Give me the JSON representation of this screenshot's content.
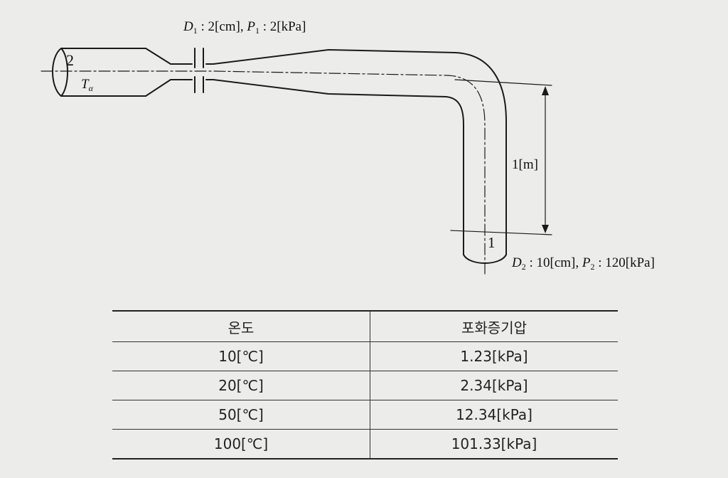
{
  "diagram": {
    "section_2_label": "2",
    "section_1_label": "1",
    "temperature_label": {
      "symbol": "T",
      "subscript": "α"
    },
    "top_spec": {
      "d_symbol": "D",
      "d_sub": "1",
      "d_value": ": 2[cm],",
      "p_symbol": "P",
      "p_sub": "1",
      "p_value": ": 2[kPa]"
    },
    "bottom_spec": {
      "d_symbol": "D",
      "d_sub": "2",
      "d_value": ": 10[cm],",
      "p_symbol": "P",
      "p_sub": "2",
      "p_value": ": 120[kPa]"
    },
    "height_label": "1[m]"
  },
  "table": {
    "headers": [
      "온도",
      "포화증기압"
    ],
    "rows": [
      [
        "10[℃]",
        "1.23[kPa]"
      ],
      [
        "20[℃]",
        "2.34[kPa]"
      ],
      [
        "50[℃]",
        "12.34[kPa]"
      ],
      [
        "100[℃]",
        "101.33[kPa]"
      ]
    ]
  }
}
